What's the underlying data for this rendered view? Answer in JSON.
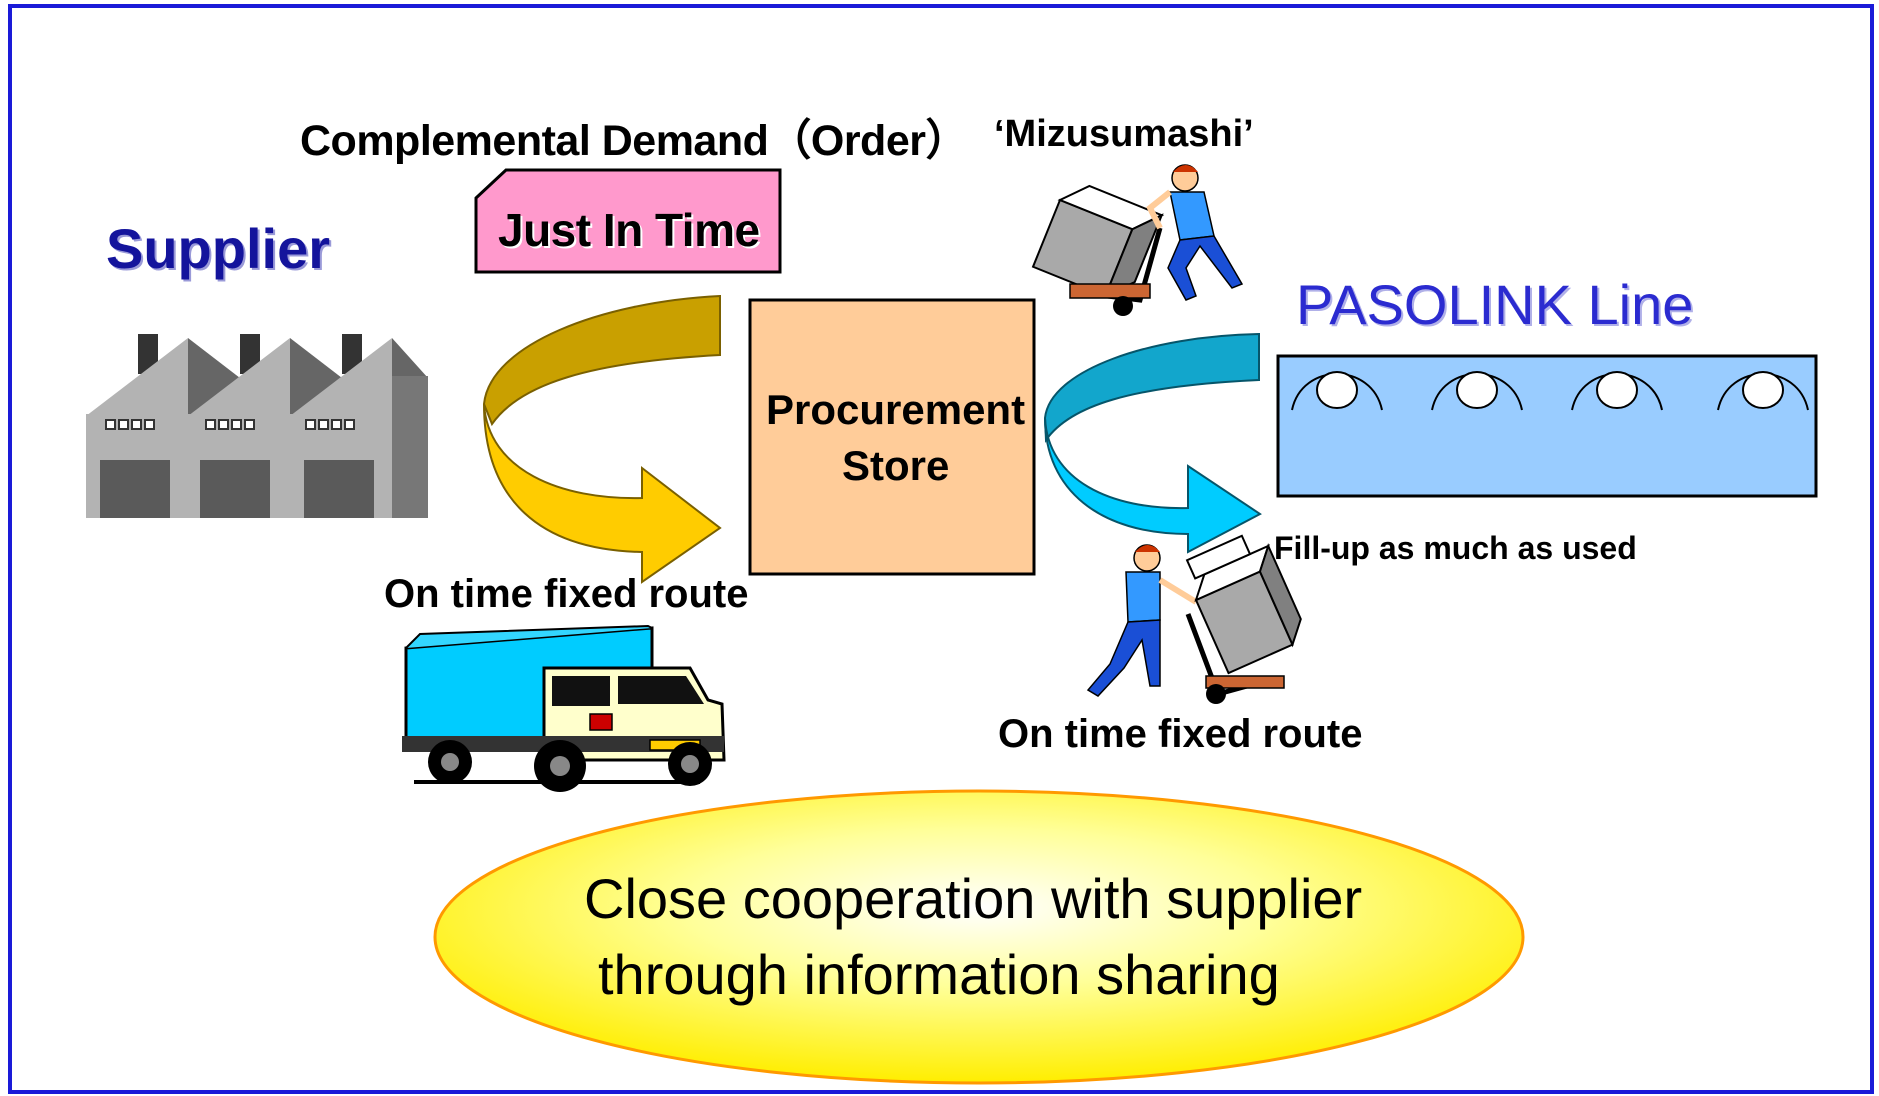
{
  "labels": {
    "complemental_demand": "Complemental Demand（Order）",
    "just_in_time": "Just In Time",
    "mizusumashi": "‘Mizusumashi’",
    "supplier": "Supplier",
    "procurement_store_line1": "Procurement",
    "procurement_store_line2": "Store",
    "pasolink_line": "PASOLINK Line",
    "fill_up": "Fill-up as much as used",
    "on_time_route_left": "On time fixed route",
    "on_time_route_right": "On time fixed route",
    "cooperation_line1": "Close cooperation with supplier",
    "cooperation_line2": "through information sharing"
  },
  "colors": {
    "frame_border": "#1a1ad8",
    "supplier_text": "#14149c",
    "pasolink_text": "#2b2bd0",
    "jit_box": "#ff99cc",
    "procurement_box": "#ffcc99",
    "line_box": "#99ccff",
    "gold_arrow": "#ffcc00",
    "gold_arrow_dark": "#c9a000",
    "blue_arrow": "#00ccff",
    "blue_arrow_dark": "#12a6cc",
    "ellipse_fill": "#ffff66",
    "ellipse_border": "#ff9900"
  },
  "icons": [
    "factory-icon",
    "truck-icon",
    "cart-worker-icon",
    "cart-worker-icon"
  ]
}
